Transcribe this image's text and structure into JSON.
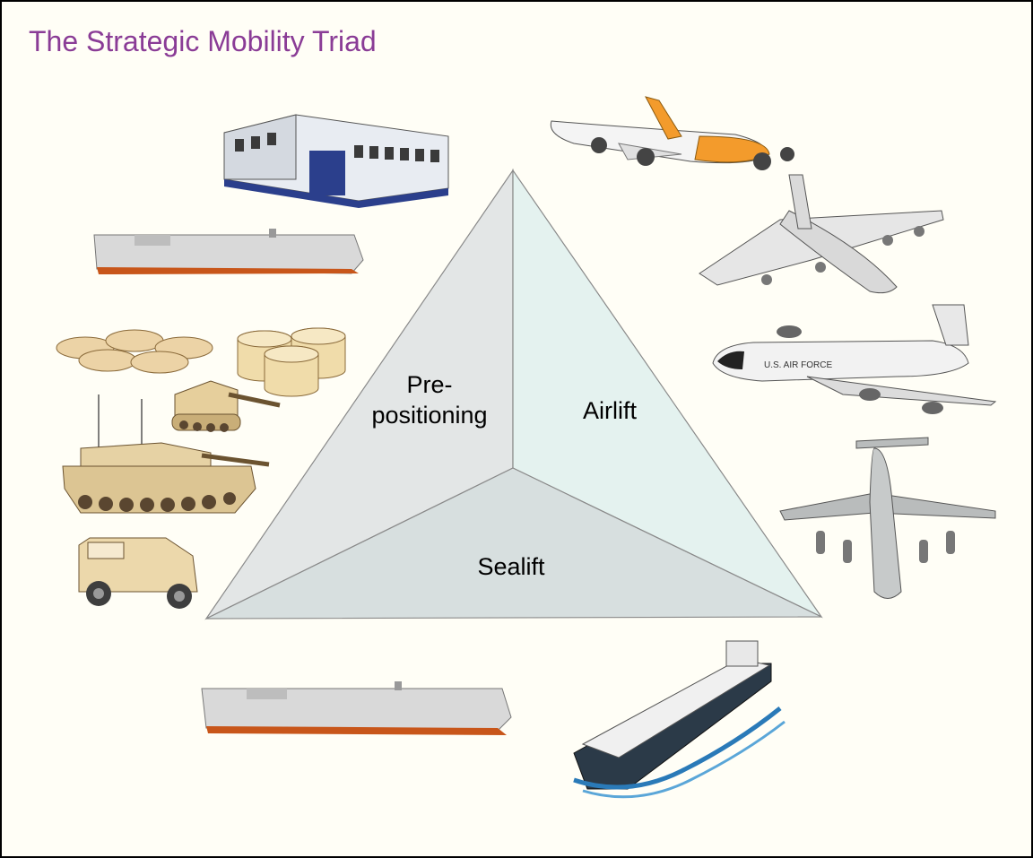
{
  "title": "The Strategic Mobility Triad",
  "triad": {
    "prepositioning_line1": "Pre-",
    "prepositioning_line2": "positioning",
    "airlift": "Airlift",
    "sealift": "Sealift"
  },
  "colors": {
    "title": "#8a3c96",
    "face_left": "#e3e6e6",
    "face_right": "#e4f2ef",
    "face_bottom": "#d7dfdf",
    "tan": "#e7cfa2"
  }
}
